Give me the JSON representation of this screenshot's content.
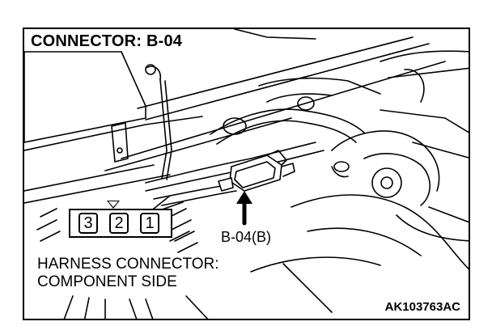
{
  "diagram": {
    "title": "CONNECTOR: B-04",
    "callout_label": "B-04(B)",
    "harness_label_line1": "HARNESS CONNECTOR:",
    "harness_label_line2": "COMPONENT SIDE",
    "figure_code": "AK103763AC",
    "pins": [
      "3",
      "2",
      "1"
    ]
  }
}
